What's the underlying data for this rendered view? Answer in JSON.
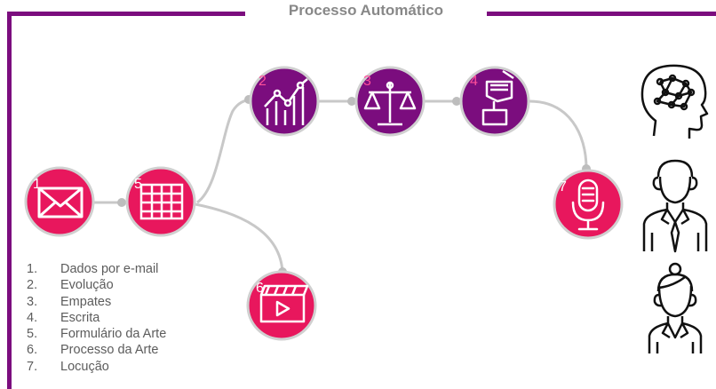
{
  "header": {
    "title": "Processo Automático"
  },
  "colors": {
    "frame": "#7b0d7e",
    "pink": "#e8175d",
    "purple": "#7b0d7e",
    "connector": "#c8c8c8"
  },
  "nodes": [
    {
      "id": "1",
      "icon": "envelope-icon",
      "color": "pink"
    },
    {
      "id": "5",
      "icon": "spreadsheet-icon",
      "color": "pink"
    },
    {
      "id": "2",
      "icon": "line-chart-icon",
      "color": "purple"
    },
    {
      "id": "3",
      "icon": "balance-scale-icon",
      "color": "purple"
    },
    {
      "id": "4",
      "icon": "hand-pen-icon",
      "color": "purple"
    },
    {
      "id": "7",
      "icon": "microphone-icon",
      "color": "pink"
    },
    {
      "id": "6",
      "icon": "video-play-icon",
      "color": "pink"
    }
  ],
  "side_icons": [
    "brain-head-icon",
    "businessman-icon",
    "businesswoman-icon"
  ],
  "legend": [
    {
      "num": "1.",
      "label": "Dados por e-mail"
    },
    {
      "num": "2.",
      "label": "Evolução"
    },
    {
      "num": "3.",
      "label": "Empates"
    },
    {
      "num": "4.",
      "label": "Escrita"
    },
    {
      "num": "5.",
      "label": "Formulário da Arte"
    },
    {
      "num": "6.",
      "label": "Processo da Arte"
    },
    {
      "num": "7.",
      "label": "Locução"
    }
  ]
}
